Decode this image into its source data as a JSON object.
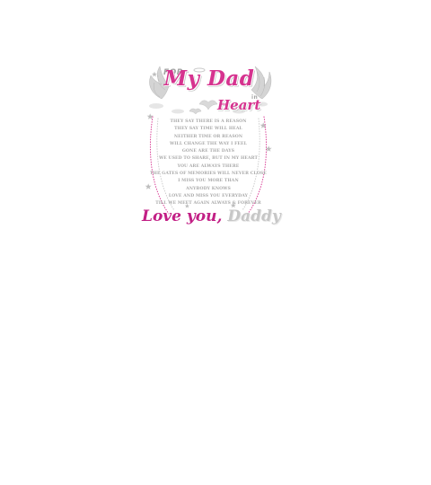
{
  "colors": {
    "background": "#ffffff",
    "accent_pink": "#d6338f",
    "signature_pink": "#c21f85",
    "gray_text": "#a9a9a9",
    "silver": "#c7c7c7"
  },
  "icons": [
    "angel-wings-icon",
    "halo-icon",
    "dove-icon",
    "star-icon",
    "bead-chain-icon"
  ],
  "design": {
    "header": {
      "for": "FOR",
      "my_dad": "My Dad",
      "in": "in",
      "heart": "Heart"
    },
    "poem_lines": [
      "THEY SAY THERE IS A REASON",
      "THEY SAY TIME WILL HEAL",
      "NEITHER TIME OR REASON",
      "WILL CHANGE THE WAY I FEEL",
      "GONE ARE THE DAYS",
      "WE USED TO SHARE, BUT IN MY HEART",
      "YOU ARE ALWAYS THERE",
      "THE GATES OF MEMORIES WILL NEVER CLOSE",
      "I MISS YOU MORE THAN",
      "ANYBODY KNOWS",
      "LOVE AND MISS YOU EVERYDAY",
      "TILL WE MEET AGAIN ALWAYS & FOREVER"
    ],
    "signature": {
      "part1": "Love you, ",
      "part2": "Daddy"
    }
  }
}
